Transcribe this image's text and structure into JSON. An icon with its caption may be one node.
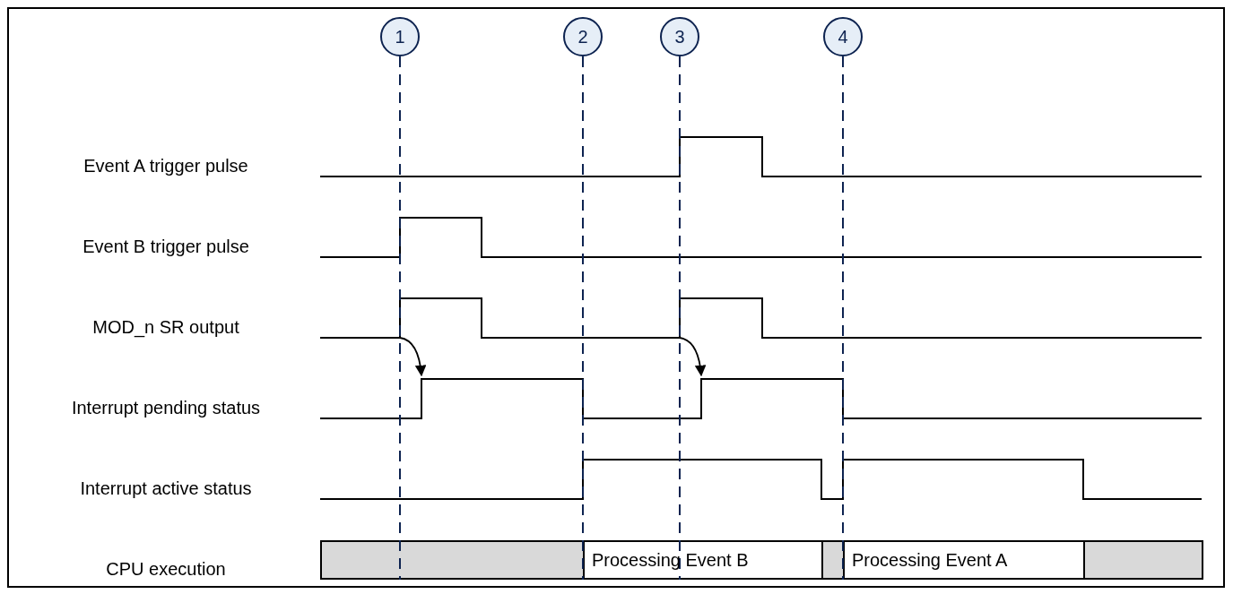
{
  "diagram": {
    "nodes": [
      {
        "text": [
          "1"
        ]
      },
      {
        "text": [
          "2"
        ]
      },
      {
        "text": [
          "3"
        ]
      },
      {
        "text": [
          "4"
        ]
      },
      {
        "text": [],
        "shape": "bar"
      },
      {
        "text": [
          "Processing Event B"
        ]
      },
      {
        "text": [],
        "shape": "bar"
      },
      {
        "text": [
          "Processing Event A"
        ]
      },
      {
        "text": [],
        "shape": "bar"
      }
    ],
    "edges": [
      {
        "from": 0,
        "to": 4,
        "arrow": "none",
        "style": "dashed",
        "color": "#0d2350"
      },
      {
        "from": 1,
        "to": 5,
        "arrow": "none",
        "style": "dashed",
        "color": "#0d2350"
      },
      {
        "from": 2,
        "to": 5,
        "arrow": "none",
        "style": "dashed",
        "color": "#0d2350"
      },
      {
        "from": 3,
        "to": 7,
        "arrow": "none",
        "style": "dashed",
        "color": "#0d2350"
      }
    ],
    "labels": [
      "Event A trigger pulse",
      "Event B trigger pulse",
      "MOD_n SR output",
      "Interrupt pending status",
      "Interrupt active status",
      "CPU execution"
    ]
  }
}
